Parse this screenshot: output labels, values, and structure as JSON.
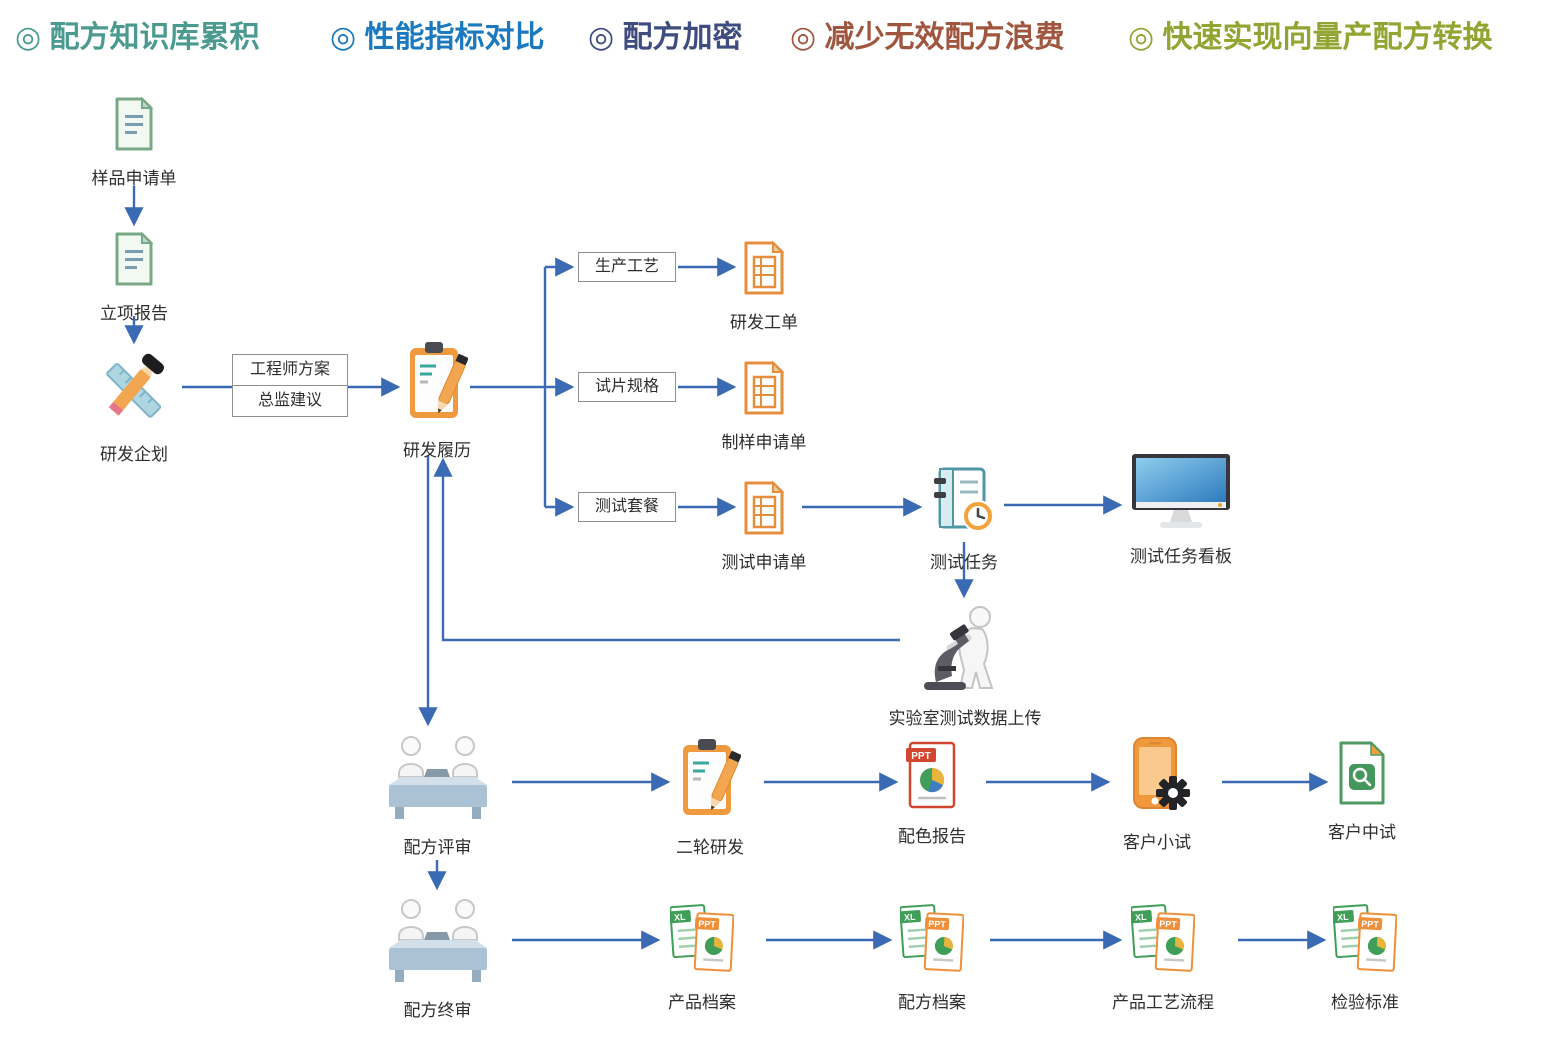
{
  "header": {
    "items": [
      {
        "label": "◎ 配方知识库累积",
        "color": "#4a9a90"
      },
      {
        "label": "◎ 性能指标对比",
        "color": "#1b79c0"
      },
      {
        "label": "◎ 配方加密",
        "color": "#3f4c80"
      },
      {
        "label": "◎ 减少无效配方浪费",
        "color": "#a0563e"
      },
      {
        "label": "◎ 快速实现向量产配方转换",
        "color": "#93a433"
      }
    ]
  },
  "nodes": {
    "sample_request_form": {
      "label": "样品申请单"
    },
    "project_report": {
      "label": "立项报告"
    },
    "rd_planning": {
      "label": "研发企划"
    },
    "rd_history": {
      "label": "研发履历"
    },
    "rd_work_order": {
      "label": "研发工单"
    },
    "sampling_request_form": {
      "label": "制样申请单"
    },
    "test_request_form": {
      "label": "测试申请单"
    },
    "test_task": {
      "label": "测试任务"
    },
    "test_task_board": {
      "label": "测试任务看板"
    },
    "lab_data_upload": {
      "label": "实验室测试数据上传"
    },
    "formula_review": {
      "label": "配方评审"
    },
    "second_round_rd": {
      "label": "二轮研发"
    },
    "color_report": {
      "label": "配色报告"
    },
    "customer_small_test": {
      "label": "客户小试"
    },
    "customer_pilot_test": {
      "label": "客户中试"
    },
    "formula_final_review": {
      "label": "配方终审"
    },
    "product_archive": {
      "label": "产品档案"
    },
    "formula_archive": {
      "label": "配方档案"
    },
    "product_process_flow": {
      "label": "产品工艺流程"
    },
    "inspection_standard": {
      "label": "检验标准"
    }
  },
  "connectors": {
    "engineer_plan": "工程师方案",
    "director_advice": "总监建议",
    "production_process": "生产工艺",
    "test_piece_spec": "试片规格",
    "test_package": "测试套餐"
  },
  "icon_text": {
    "ppt": "PPT",
    "xl": "XL"
  },
  "colors": {
    "arrow": "#3a6ab4"
  }
}
